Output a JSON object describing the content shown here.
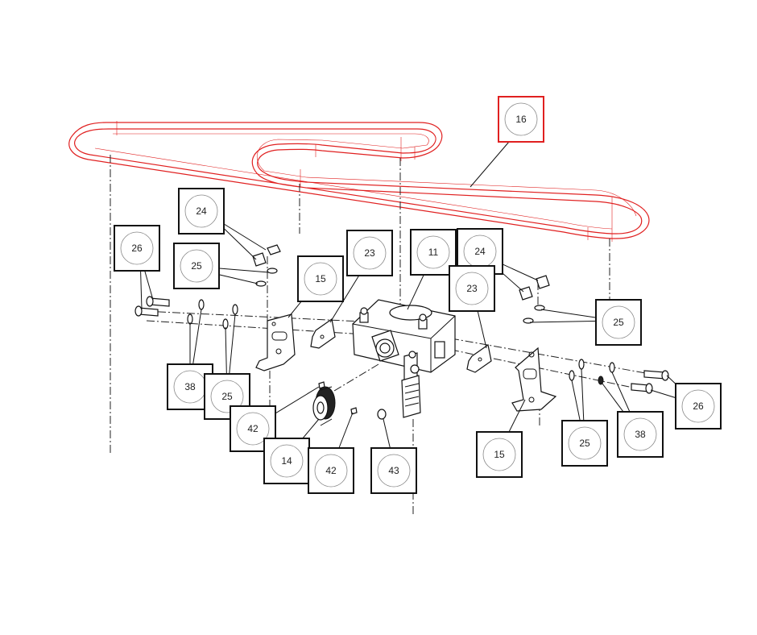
{
  "highlight_color": "#e02020",
  "callouts": [
    {
      "label": "16",
      "highlighted": true
    },
    {
      "label": "24"
    },
    {
      "label": "25"
    },
    {
      "label": "26"
    },
    {
      "label": "15"
    },
    {
      "label": "23"
    },
    {
      "label": "11"
    },
    {
      "label": "24"
    },
    {
      "label": "23"
    },
    {
      "label": "25"
    },
    {
      "label": "38"
    },
    {
      "label": "25"
    },
    {
      "label": "42"
    },
    {
      "label": "14"
    },
    {
      "label": "42"
    },
    {
      "label": "43"
    },
    {
      "label": "15"
    },
    {
      "label": "25"
    },
    {
      "label": "38"
    },
    {
      "label": "26"
    }
  ]
}
